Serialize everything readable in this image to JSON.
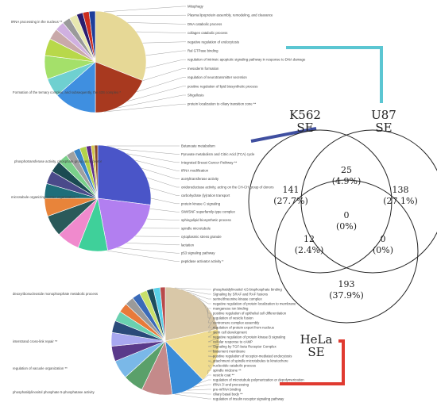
{
  "pies": [
    {
      "id": "pie1",
      "slices": [
        {
          "value": 31.0,
          "color": "#e6d896"
        },
        {
          "value": 19.0,
          "color": "#a8391f"
        },
        {
          "value": 13.5,
          "color": "#3f8fe0"
        },
        {
          "value": 6.0,
          "color": "#6fd0d0"
        },
        {
          "value": 7.5,
          "color": "#a4e06a"
        },
        {
          "value": 5.5,
          "color": "#b8d84a"
        },
        {
          "value": 3.5,
          "color": "#c9a9a9"
        },
        {
          "value": 3.0,
          "color": "#d0b0e0"
        },
        {
          "value": 2.5,
          "color": "#9a9a9a"
        },
        {
          "value": 2.5,
          "color": "#e8e8b0"
        },
        {
          "value": 2.0,
          "color": "#2a1d6e"
        },
        {
          "value": 2.0,
          "color": "#cc2d1e"
        },
        {
          "value": 2.0,
          "color": "#1e3e9a"
        }
      ],
      "labels_left": [
        {
          "text": "tRNA processing in the nucleus **"
        },
        {
          "text": "Formation of the ternary complex, and subsequently, the 43S complex *"
        }
      ],
      "labels_right": [
        {
          "text": "Mitophagy"
        },
        {
          "text": "Plasma lipoprotein assembly, remodeling, and clearance"
        },
        {
          "text": "DNA catabolic process"
        },
        {
          "text": "collagen catabolic process"
        },
        {
          "text": "negative regulation of endocytosis"
        },
        {
          "text": "Ral GTPase binding"
        },
        {
          "text": "regulation of intrinsic apoptotic signaling pathway in response to DNA damage"
        },
        {
          "text": "mesoderm formation"
        },
        {
          "text": "regulation of neurotransmitter secretion"
        },
        {
          "text": "positive regulation of lipid biosynthetic process"
        },
        {
          "text": "Shigellosis"
        },
        {
          "text": "protein localization to ciliary transition zone **"
        }
      ]
    },
    {
      "id": "pie2",
      "slices": [
        {
          "value": 27.0,
          "color": "#4a55c8"
        },
        {
          "value": 20.0,
          "color": "#b27ff0"
        },
        {
          "value": 9.0,
          "color": "#3fd09a"
        },
        {
          "value": 7.0,
          "color": "#f08acd"
        },
        {
          "value": 6.5,
          "color": "#2a5a5a"
        },
        {
          "value": 5.5,
          "color": "#e8843a"
        },
        {
          "value": 4.5,
          "color": "#1e6e7a"
        },
        {
          "value": 4.0,
          "color": "#4a4a8a"
        },
        {
          "value": 3.5,
          "color": "#1b4b52"
        },
        {
          "value": 3.0,
          "color": "#7ad08a"
        },
        {
          "value": 2.5,
          "color": "#a0a0a0"
        },
        {
          "value": 2.0,
          "color": "#3a86c8"
        },
        {
          "value": 2.0,
          "color": "#b3d24a"
        },
        {
          "value": 1.5,
          "color": "#5a2a8a"
        },
        {
          "value": 1.0,
          "color": "#d4c84a"
        },
        {
          "value": 1.0,
          "color": "#8a4a2a"
        }
      ],
      "labels_left": [
        {
          "text": "phosphotransferase activity, phosphate group as acceptor"
        },
        {
          "text": "microtubule organizing center organization **"
        }
      ],
      "labels_right": [
        {
          "text": "Butanoate metabolism"
        },
        {
          "text": "Pyruvate metabolism and Citric Acid (TCA) cycle"
        },
        {
          "text": "Integrated Breast Cancer Pathway **"
        },
        {
          "text": "tRNA modification"
        },
        {
          "text": "acetyltransferase activity"
        },
        {
          "text": "oxidoreductase activity, acting on the CH-CH group of donors"
        },
        {
          "text": "carbohydrate (ly)ration transport"
        },
        {
          "text": "protein kinase C signaling"
        },
        {
          "text": "SWI/SNF superfamily-type complex"
        },
        {
          "text": "sphingolipid biosynthetic process"
        },
        {
          "text": "spindle microtubule"
        },
        {
          "text": "cytoplasmic stress granule"
        },
        {
          "text": "lactation"
        },
        {
          "text": "p53 signaling pathway"
        },
        {
          "text": "peptidase activator activity *"
        }
      ]
    },
    {
      "id": "pie3",
      "slices": [
        {
          "value": 21.0,
          "color": "#d9c8a8"
        },
        {
          "value": 16.0,
          "color": "#f0dc90"
        },
        {
          "value": 10.0,
          "color": "#3a8cd8"
        },
        {
          "value": 9.0,
          "color": "#c48a8a"
        },
        {
          "value": 6.0,
          "color": "#5aa06a"
        },
        {
          "value": 5.5,
          "color": "#7ab8e8"
        },
        {
          "value": 4.5,
          "color": "#5a3a8a"
        },
        {
          "value": 4.0,
          "color": "#a8a8f0"
        },
        {
          "value": 3.5,
          "color": "#2a4a7a"
        },
        {
          "value": 3.0,
          "color": "#6ad0b0"
        },
        {
          "value": 2.8,
          "color": "#e87a3a"
        },
        {
          "value": 2.6,
          "color": "#9a9a9a"
        },
        {
          "value": 2.4,
          "color": "#3a6ab8"
        },
        {
          "value": 2.2,
          "color": "#c8e06a"
        },
        {
          "value": 2.0,
          "color": "#1e4e5e"
        },
        {
          "value": 2.0,
          "color": "#5ad0e8"
        },
        {
          "value": 1.5,
          "color": "#b84a4a"
        }
      ],
      "labels_left": [
        {
          "text": "deoxyribonucleoside monophosphate metabolic process"
        },
        {
          "text": "interstrand cross-link repair **"
        },
        {
          "text": "regulation of vacuole organization **"
        },
        {
          "text": "phosphatidylinositol phosphate 5-phosphatase activity"
        }
      ],
      "labels_right": [
        {
          "text": "phosphatidylinositol 4,5-bisphosphate binding"
        },
        {
          "text": "Signaling by SRAF and RAF fusions"
        },
        {
          "text": "serine/threonine kinase complex"
        },
        {
          "text": "negative regulation of protein localization to membrane"
        },
        {
          "text": "manganese ion binding"
        },
        {
          "text": "positive regulation of epithelial cell differentiation"
        },
        {
          "text": "regulation of vesicle fusion"
        },
        {
          "text": "centromere complex assembly"
        },
        {
          "text": "regulation of protein export from nucleus"
        },
        {
          "text": "stem cell development"
        },
        {
          "text": "negative regulation of protein kinase B signaling"
        },
        {
          "text": "cellular response to cAMP"
        },
        {
          "text": "Signaling by TGF-beta Receptor Complex"
        },
        {
          "text": "basement membrane"
        },
        {
          "text": "positive regulation of receptor-mediated endocytosis"
        },
        {
          "text": "attachment of spindle microtubules to kinetochore"
        },
        {
          "text": "nucleotide catabolic process"
        },
        {
          "text": "spindle midzone **"
        },
        {
          "text": "vesicle coat **"
        },
        {
          "text": "regulation of microtubule polymerization or depolymerization"
        },
        {
          "text": "tRNA 3'-end processing"
        },
        {
          "text": "pre-mRNA binding"
        },
        {
          "text": "ciliary basal body **"
        },
        {
          "text": "regulation of insulin receptor signaling pathway"
        }
      ]
    }
  ],
  "venn": {
    "sets": [
      {
        "name": "K562",
        "sub": "SE",
        "connector_color": "#3f4fa0"
      },
      {
        "name": "U87",
        "sub": "SE",
        "connector_color": "#5bc6d2"
      },
      {
        "name": "HeLa",
        "sub": "SE",
        "connector_color": "#e03a30"
      }
    ],
    "regions": [
      {
        "id": "k562-only",
        "count": "141",
        "pct": "(27.7%)"
      },
      {
        "id": "u87-only",
        "count": "138",
        "pct": "(27.1%)"
      },
      {
        "id": "k562-u87",
        "count": "25",
        "pct": "(4.9%)"
      },
      {
        "id": "all-three",
        "count": "0",
        "pct": "(0%)"
      },
      {
        "id": "k562-hela",
        "count": "12",
        "pct": "(2.4%)"
      },
      {
        "id": "u87-hela",
        "count": "0",
        "pct": "(0%)"
      },
      {
        "id": "hela-only",
        "count": "193",
        "pct": "(37.9%)"
      }
    ]
  }
}
